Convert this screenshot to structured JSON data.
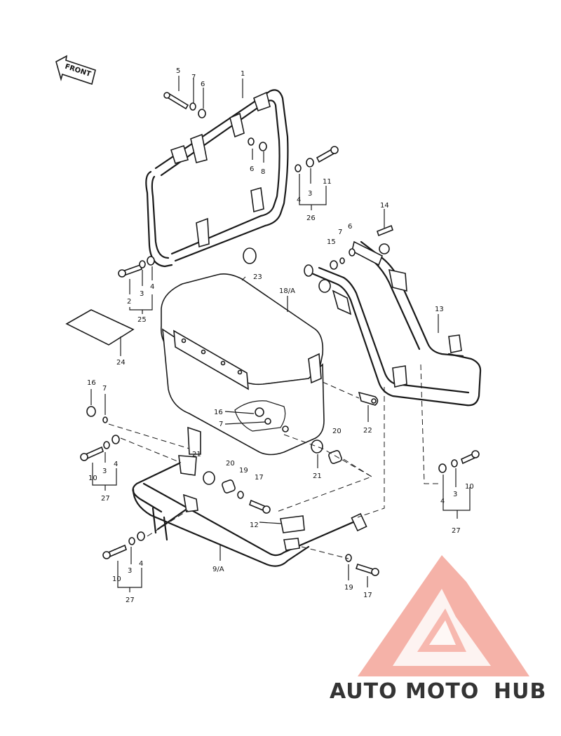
{
  "front_label": "FRONT",
  "callouts": [
    {
      "id": "c1",
      "text": "1"
    },
    {
      "id": "c5",
      "text": "5"
    },
    {
      "id": "c7a",
      "text": "7"
    },
    {
      "id": "c6a",
      "text": "6"
    },
    {
      "id": "c6b",
      "text": "6"
    },
    {
      "id": "c8",
      "text": "8"
    },
    {
      "id": "c11",
      "text": "11"
    },
    {
      "id": "c3a",
      "text": "3"
    },
    {
      "id": "c4a",
      "text": "4"
    },
    {
      "id": "c26",
      "text": "26"
    },
    {
      "id": "c14",
      "text": "14"
    },
    {
      "id": "c15",
      "text": "15"
    },
    {
      "id": "c7b",
      "text": "7"
    },
    {
      "id": "c6c",
      "text": "6"
    },
    {
      "id": "c23",
      "text": "23"
    },
    {
      "id": "c18a",
      "text": "18/A"
    },
    {
      "id": "c13",
      "text": "13"
    },
    {
      "id": "c2",
      "text": "2"
    },
    {
      "id": "c3b",
      "text": "3"
    },
    {
      "id": "c4b",
      "text": "4"
    },
    {
      "id": "c25",
      "text": "25"
    },
    {
      "id": "c24",
      "text": "24"
    },
    {
      "id": "c16a",
      "text": "16"
    },
    {
      "id": "c7c",
      "text": "7"
    },
    {
      "id": "c16b",
      "text": "16"
    },
    {
      "id": "c7d",
      "text": "7"
    },
    {
      "id": "c22",
      "text": "22"
    },
    {
      "id": "c20a",
      "text": "20"
    },
    {
      "id": "c21a",
      "text": "21"
    },
    {
      "id": "c10a",
      "text": "10"
    },
    {
      "id": "c3c",
      "text": "3"
    },
    {
      "id": "c4c",
      "text": "4"
    },
    {
      "id": "c27a",
      "text": "27"
    },
    {
      "id": "c21b",
      "text": "21"
    },
    {
      "id": "c20b",
      "text": "20"
    },
    {
      "id": "c19a",
      "text": "19"
    },
    {
      "id": "c17a",
      "text": "17"
    },
    {
      "id": "c12",
      "text": "12"
    },
    {
      "id": "c4d",
      "text": "4"
    },
    {
      "id": "c3d",
      "text": "3"
    },
    {
      "id": "c10b",
      "text": "10"
    },
    {
      "id": "c27b",
      "text": "27"
    },
    {
      "id": "c10c",
      "text": "10"
    },
    {
      "id": "c3e",
      "text": "3"
    },
    {
      "id": "c4e",
      "text": "4"
    },
    {
      "id": "c27c",
      "text": "27"
    },
    {
      "id": "c9a",
      "text": "9/A"
    },
    {
      "id": "c19b",
      "text": "19"
    },
    {
      "id": "c17b",
      "text": "17"
    }
  ],
  "watermark": {
    "part1": "AUTO",
    "part2": "MOTO",
    "part3": "HUB",
    "color_light": "#f5c89a",
    "color_accent": "#f07f6e",
    "color_dark": "#5a5a5a"
  }
}
